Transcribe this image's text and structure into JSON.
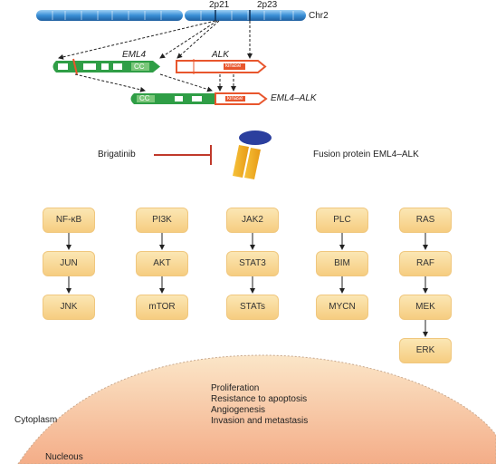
{
  "chromosome": {
    "label": "Chr2",
    "band_left": "2p21",
    "band_right": "2p23"
  },
  "genes": {
    "eml4_label": "EML4",
    "alk_label": "ALK",
    "fusion_label": "EML4–ALK",
    "cc_label": "CC",
    "kinase_label": "kinase"
  },
  "drug": {
    "name": "Brigatinib"
  },
  "protein": {
    "label": "Fusion protein EML4–ALK"
  },
  "pathways": [
    {
      "nodes": [
        "NF-κB",
        "JUN",
        "JNK"
      ]
    },
    {
      "nodes": [
        "PI3K",
        "AKT",
        "mTOR"
      ]
    },
    {
      "nodes": [
        "JAK2",
        "STAT3",
        "STATs"
      ]
    },
    {
      "nodes": [
        "PLC",
        "BIM",
        "MYCN"
      ]
    },
    {
      "nodes": [
        "RAS",
        "RAF",
        "MEK",
        "ERK"
      ]
    }
  ],
  "outcomes": [
    "Proliferation",
    "Resistance to apoptosis",
    "Angiogenesis",
    "Invasion and metastasis"
  ],
  "compartments": {
    "cytoplasm": "Cytoplasm",
    "nucleus": "Nucleous"
  },
  "colors": {
    "chromosome": "#3a8fd6",
    "eml4": "#2f9e46",
    "alk": "#e8562d",
    "inhibition": "#c0392b",
    "receptor_cap": "#2b3f9e",
    "receptor_body": "#f5b02c",
    "node_fill": "#f8d792",
    "nucleus": "#f4b48f"
  }
}
